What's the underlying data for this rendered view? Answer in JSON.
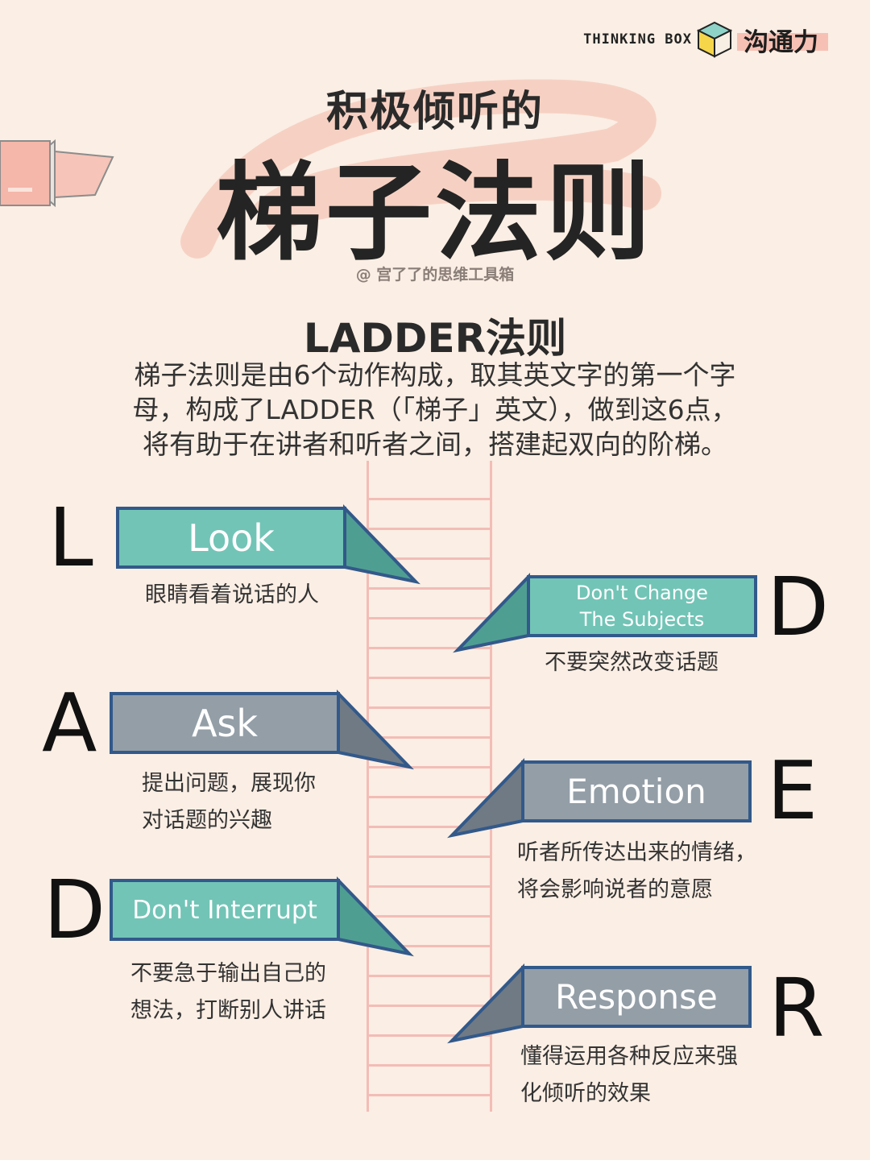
{
  "brand": {
    "en": "THINKING BOX",
    "zh": "沟通力"
  },
  "title": {
    "small": "积极倾听的",
    "big": "梯子法则"
  },
  "author": "@ 宫了了的思维工具箱",
  "heading": "LADDER法则",
  "intro": {
    "line1": "梯子法则是由6个动作构成，取其英文字的第一个字",
    "line2": "母，构成了LADDER（「梯子」英文），做到这6点，",
    "line3": "将有助于在讲者和听者之间，搭建起双向的阶梯。"
  },
  "colors": {
    "teal": "#72c4b6",
    "gray": "#949ea7",
    "border": "#32598a",
    "ladder": "#f2bdb6",
    "background": "#fbeee4"
  },
  "left_steps": [
    {
      "letter": "L",
      "label": "Look",
      "desc1": "眼睛看着说话的人",
      "desc2": "",
      "color": "teal"
    },
    {
      "letter": "A",
      "label": "Ask",
      "desc1": "提出问题，展现你",
      "desc2": "对话题的兴趣",
      "color": "gray"
    },
    {
      "letter": "D",
      "label": "Don't Interrupt",
      "desc1": "不要急于输出自己的",
      "desc2": "想法，打断别人讲话",
      "color": "teal"
    }
  ],
  "right_steps": [
    {
      "letter": "D",
      "label1": "Don't Change",
      "label2": "The Subjects",
      "desc1": "不要突然改变话题",
      "desc2": "",
      "color": "teal"
    },
    {
      "letter": "E",
      "label1": "Emotion",
      "label2": "",
      "desc1": "听者所传达出来的情绪，",
      "desc2": "将会影响说者的意愿",
      "color": "gray"
    },
    {
      "letter": "R",
      "label1": "Response",
      "label2": "",
      "desc1": "懂得运用各种反应来强",
      "desc2": "化倾听的效果",
      "color": "gray"
    }
  ]
}
